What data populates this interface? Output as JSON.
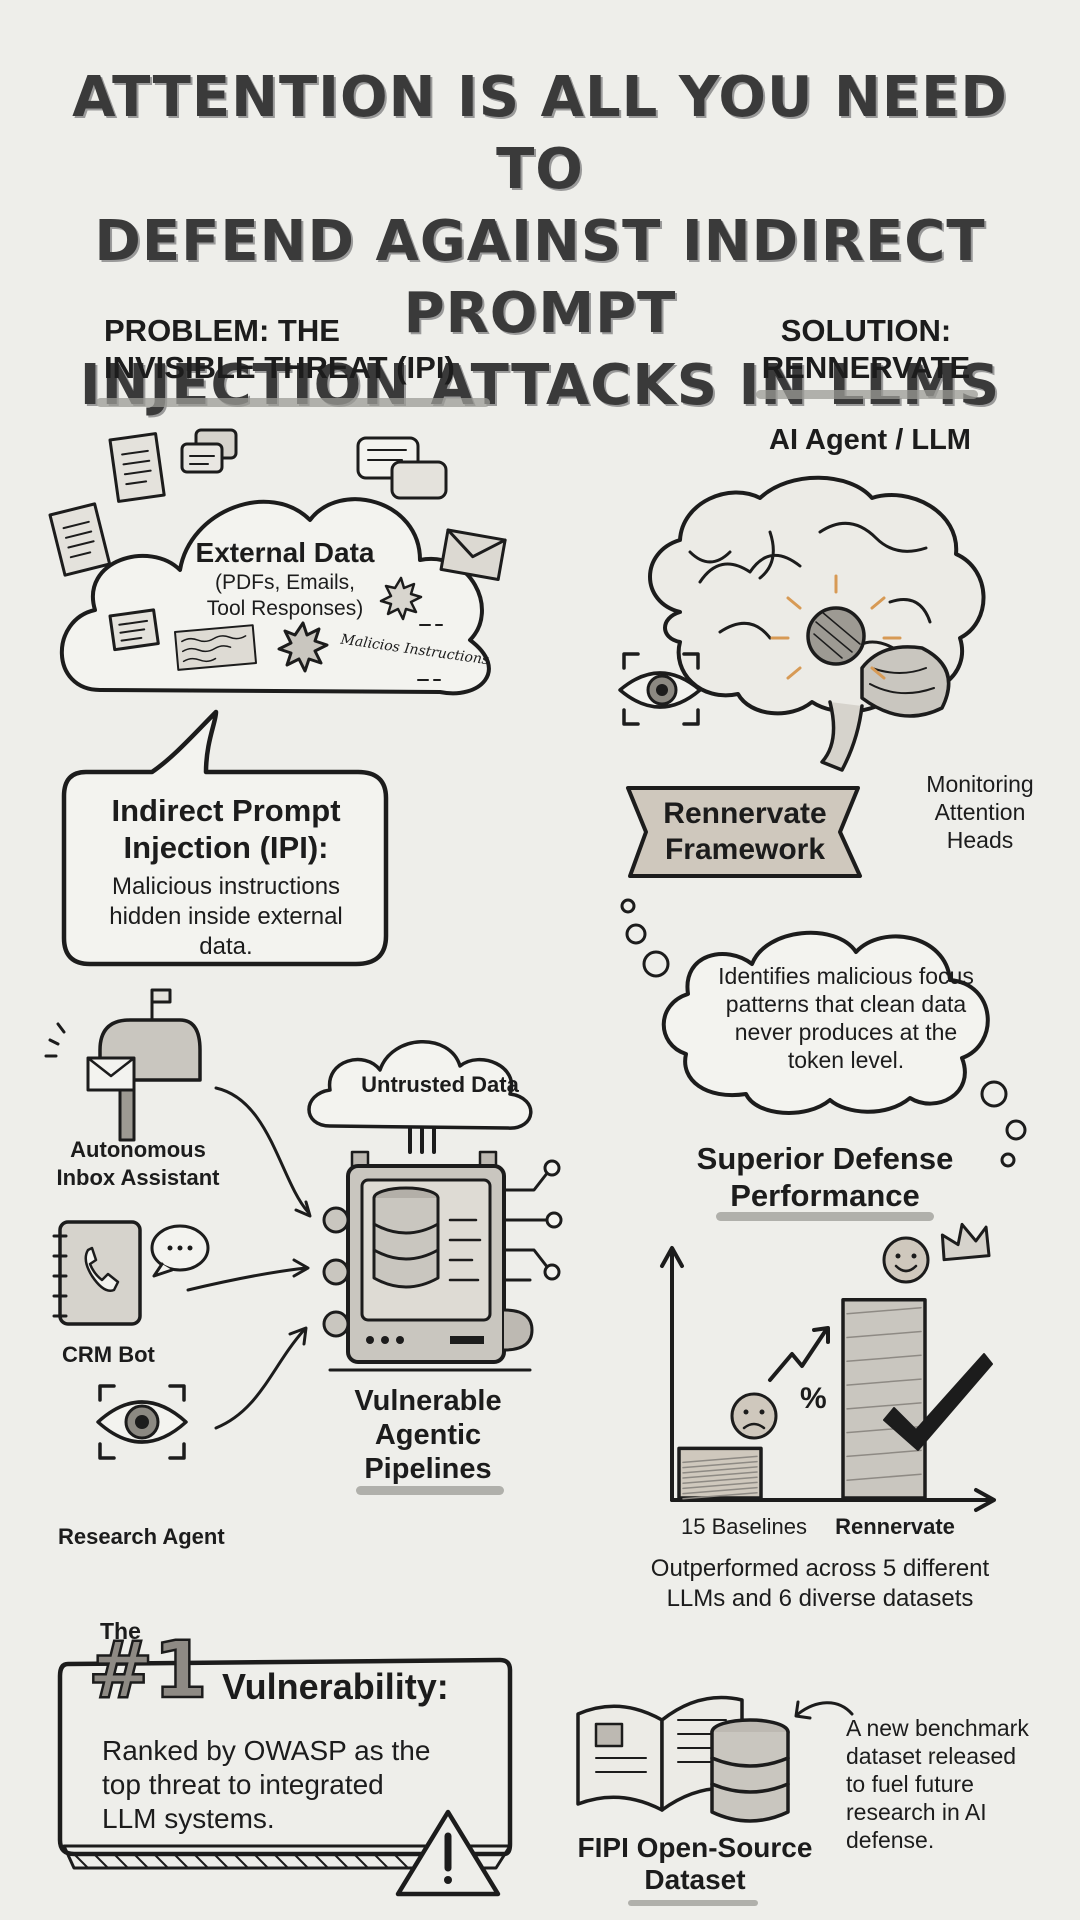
{
  "title": {
    "line1": "ATTENTION IS ALL YOU NEED TO",
    "line2": "DEFEND AGAINST INDIRECT PROMPT",
    "line3": "INJECTION ATTACKS IN LLMS"
  },
  "problem": {
    "heading_line1": "PROBLEM: THE",
    "heading_line2": "INVISIBLE THREAT (IPI)",
    "cloud_title": "External Data",
    "cloud_sub1": "(PDFs, Emails,",
    "cloud_sub2": "Tool Responses)",
    "cloud_scribble": "Malicios Instructions",
    "ipi_title_line1": "Indirect Prompt",
    "ipi_title_line2": "Injection (IPI):",
    "ipi_desc_line1": "Malicious instructions",
    "ipi_desc_line2": "hidden inside external",
    "ipi_desc_line3": "data."
  },
  "pipeline": {
    "agent1_line1": "Autonomous",
    "agent1_line2": "Inbox Assistant",
    "agent2": "CRM Bot",
    "agent3": "Research Agent",
    "cloud": "Untrusted Data",
    "label_line1": "Vulnerable",
    "label_line2": "Agentic",
    "label_line3": "Pipelines"
  },
  "solution": {
    "heading_line1": "SOLUTION:",
    "heading_line2": "RENNERVATE",
    "agent_label": "AI Agent / LLM",
    "framework_line1": "Rennervate",
    "framework_line2": "Framework",
    "monitor_line1": "Monitoring",
    "monitor_line2": "Attention",
    "monitor_line3": "Heads",
    "thought_line1": "Identifies malicious focus",
    "thought_line2": "patterns that clean data",
    "thought_line3": "never produces at the",
    "thought_line4": "token level."
  },
  "performance": {
    "heading_line1": "Superior Defense",
    "heading_line2": "Performance",
    "percent_symbol": "%",
    "caption_line1": "Outperformed across 5 different",
    "caption_line2": "LLMs and 6 diverse datasets"
  },
  "chart_data": {
    "type": "bar",
    "categories": [
      "15 Baselines",
      "Rennervate"
    ],
    "values": [
      25,
      100
    ],
    "ylim": [
      0,
      115
    ],
    "xlabel": "",
    "ylabel": "",
    "grid": false
  },
  "vulnerability": {
    "the": "The",
    "rank": "#1",
    "title": "Vulnerability:",
    "desc_line1": "Ranked by OWASP as the",
    "desc_line2": "top threat to integrated",
    "desc_line3": "LLM systems."
  },
  "dataset": {
    "label_line1": "FIPI Open-Source",
    "label_line2": "Dataset",
    "desc_line1": "A new benchmark",
    "desc_line2": "dataset released",
    "desc_line3": "to fuel future",
    "desc_line4": "research in AI",
    "desc_line5": "defense."
  },
  "colors": {
    "background": "#eeeeea",
    "ink": "#1c1c1c",
    "shade": "#bdb9b2",
    "banner": "#cfc8bd"
  }
}
